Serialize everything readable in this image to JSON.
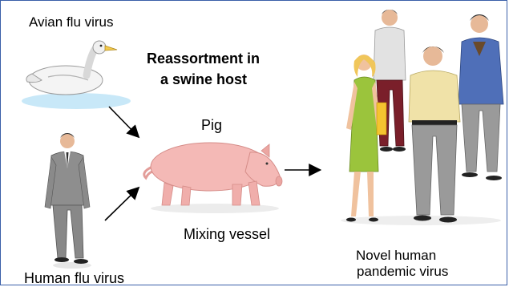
{
  "labels": {
    "avian": "Avian flu virus",
    "title_line1": "Reassortment in",
    "title_line2": "a swine host",
    "pig": "Pig",
    "mixing_vessel": "Mixing vessel",
    "human": "Human flu virus",
    "novel_line1": "Novel human",
    "novel_line2": "pandemic virus"
  },
  "colors": {
    "border": "#3a5fa8",
    "pig": "#f4b9b6",
    "water": "#c8e8f8",
    "arrow": "#000000"
  }
}
